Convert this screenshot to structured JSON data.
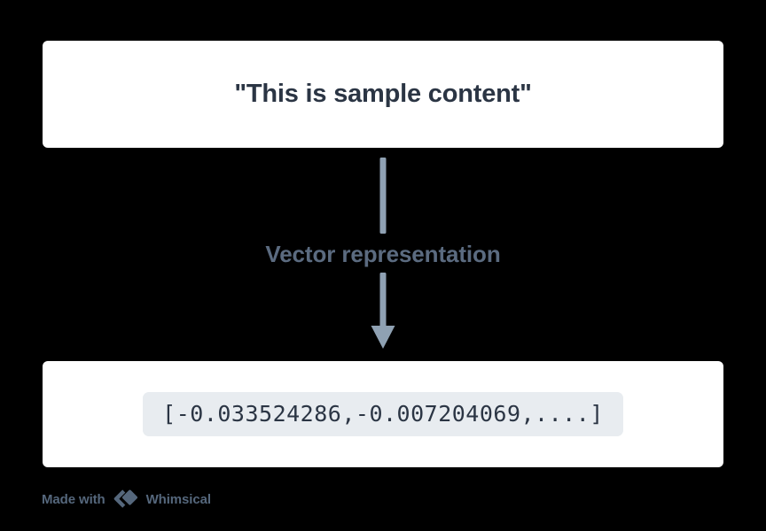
{
  "diagram": {
    "source_node": {
      "text": "\"This is sample content\""
    },
    "edge": {
      "label": "Vector representation",
      "arrow_icon": "down-arrow-icon"
    },
    "vector_node": {
      "code": "[-0.033524286,-0.007204069,....]"
    }
  },
  "watermark": {
    "prefix": "Made with",
    "brand": "Whimsical",
    "logo_icon": "whimsical-logo-icon"
  },
  "colors": {
    "background": "#000000",
    "card_background": "#ffffff",
    "heading_text": "#2b3544",
    "edge_label_text": "#5b6b80",
    "arrow": "#8fa1b3",
    "code_chip_background": "#e8ecf0",
    "code_text": "#2b3544",
    "watermark_text": "#55677c"
  }
}
